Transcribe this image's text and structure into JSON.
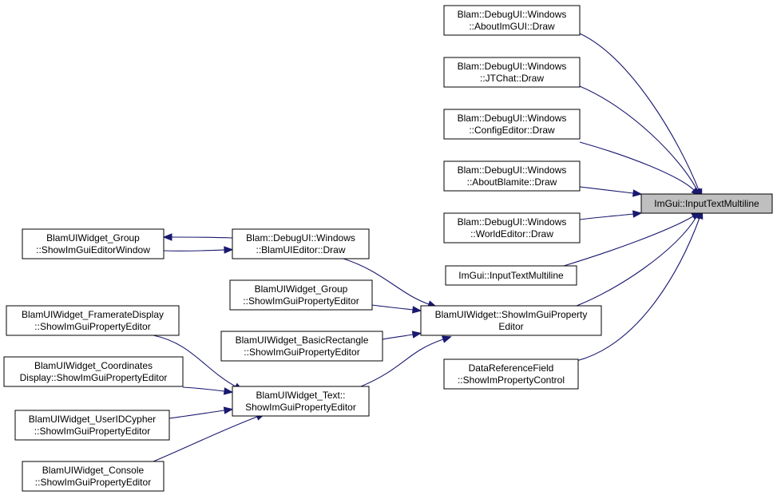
{
  "nodes": [
    {
      "id": "about_imgui",
      "name": "node-about-imgui-draw",
      "lines": [
        "Blam::DebugUI::Windows",
        "::AboutImGUI::Draw"
      ]
    },
    {
      "id": "jtchat",
      "name": "node-jtchat-draw",
      "lines": [
        "Blam::DebugUI::Windows",
        "::JTChat::Draw"
      ]
    },
    {
      "id": "configeditor",
      "name": "node-configeditor-draw",
      "lines": [
        "Blam::DebugUI::Windows",
        "::ConfigEditor::Draw"
      ]
    },
    {
      "id": "aboutblamite",
      "name": "node-aboutblamite-draw",
      "lines": [
        "Blam::DebugUI::Windows",
        "::AboutBlamite::Draw"
      ]
    },
    {
      "id": "worldeditor",
      "name": "node-worldeditor-draw",
      "lines": [
        "Blam::DebugUI::Windows",
        "::WorldEditor::Draw"
      ]
    },
    {
      "id": "inputtext_ml2",
      "name": "node-imgui-inputtextmultiline-overload",
      "lines": [
        "ImGui::InputTextMultiline"
      ]
    },
    {
      "id": "target",
      "name": "node-imgui-inputtextmultiline-focus",
      "lines": [
        "ImGui::InputTextMultiline"
      ]
    },
    {
      "id": "group_editorwindow",
      "name": "node-group-showimguieditorwindow",
      "lines": [
        "BlamUIWidget_Group",
        "::ShowImGuiEditorWindow"
      ]
    },
    {
      "id": "blamuieditor",
      "name": "node-blamuieditor-draw",
      "lines": [
        "Blam::DebugUI::Windows",
        "::BlamUIEditor::Draw"
      ]
    },
    {
      "id": "group_propeditor",
      "name": "node-group-showimguipropertyeditor",
      "lines": [
        "BlamUIWidget_Group",
        "::ShowImGuiPropertyEditor"
      ]
    },
    {
      "id": "widget_propeditor",
      "name": "node-blamuiwidget-showimguipropertyeditor",
      "lines": [
        "BlamUIWidget::ShowImGuiProperty",
        "Editor"
      ]
    },
    {
      "id": "framerate",
      "name": "node-frameratedisplay-showimguipropertyeditor",
      "lines": [
        "BlamUIWidget_FramerateDisplay",
        "::ShowImGuiPropertyEditor"
      ]
    },
    {
      "id": "basicrect",
      "name": "node-basicrectangle-showimguipropertyeditor",
      "lines": [
        "BlamUIWidget_BasicRectangle",
        "::ShowImGuiPropertyEditor"
      ]
    },
    {
      "id": "datareffield",
      "name": "node-datareferencefield-showimpropertycontrol",
      "lines": [
        "DataReferenceField",
        "::ShowImPropertyControl"
      ]
    },
    {
      "id": "coords",
      "name": "node-coordinatesdisplay-showimguipropertyeditor",
      "lines": [
        "BlamUIWidget_Coordinates",
        "Display::ShowImGuiPropertyEditor"
      ]
    },
    {
      "id": "text",
      "name": "node-text-showimguipropertyeditor",
      "lines": [
        "BlamUIWidget_Text::",
        "ShowImGuiPropertyEditor"
      ]
    },
    {
      "id": "useridcypher",
      "name": "node-useridcypher-showimguipropertyeditor",
      "lines": [
        "BlamUIWidget_UserIDCypher",
        "::ShowImGuiPropertyEditor"
      ]
    },
    {
      "id": "console",
      "name": "node-console-showimguipropertyeditor",
      "lines": [
        "BlamUIWidget_Console",
        "::ShowImGuiPropertyEditor"
      ]
    }
  ],
  "edges": [
    {
      "from": "about_imgui",
      "to": "target"
    },
    {
      "from": "jtchat",
      "to": "target"
    },
    {
      "from": "configeditor",
      "to": "target"
    },
    {
      "from": "aboutblamite",
      "to": "target"
    },
    {
      "from": "worldeditor",
      "to": "target"
    },
    {
      "from": "inputtext_ml2",
      "to": "target"
    },
    {
      "from": "widget_propeditor",
      "to": "target"
    },
    {
      "from": "datareffield",
      "to": "target"
    },
    {
      "from": "blamuieditor",
      "to": "group_editorwindow"
    },
    {
      "from": "group_editorwindow",
      "to": "blamuieditor"
    },
    {
      "from": "blamuieditor",
      "to": "widget_propeditor"
    },
    {
      "from": "group_propeditor",
      "to": "widget_propeditor"
    },
    {
      "from": "basicrect",
      "to": "widget_propeditor"
    },
    {
      "from": "text",
      "to": "widget_propeditor"
    },
    {
      "from": "framerate",
      "to": "text"
    },
    {
      "from": "coords",
      "to": "text"
    },
    {
      "from": "useridcypher",
      "to": "text"
    },
    {
      "from": "console",
      "to": "text"
    }
  ],
  "colors": {
    "edge": "#191970",
    "focus_fill": "#bfbfbf",
    "node_fill": "#ffffff",
    "border": "#000000"
  }
}
